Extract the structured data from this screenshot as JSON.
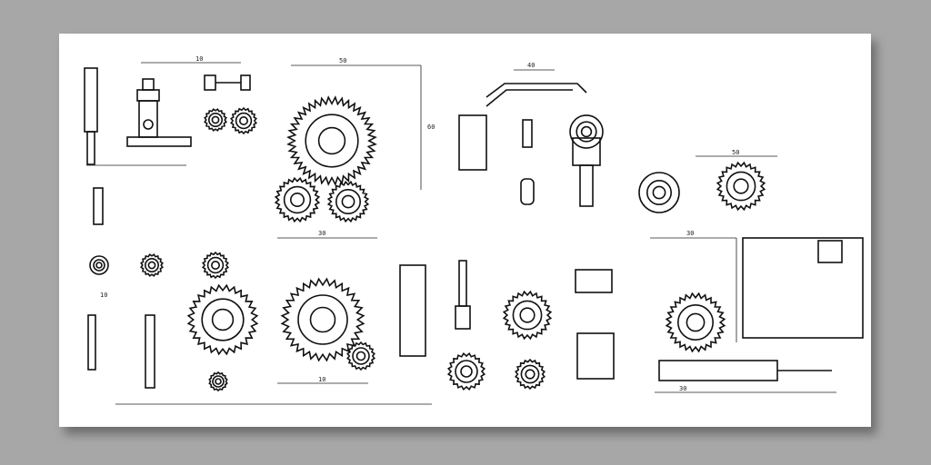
{
  "drawing": {
    "labels": {
      "l1": "10",
      "l2": "50",
      "l3": "30",
      "l4": "60",
      "l5": "40",
      "l6": "10",
      "l7": "30",
      "l8": "50",
      "l9": "10",
      "l10": "30"
    }
  }
}
